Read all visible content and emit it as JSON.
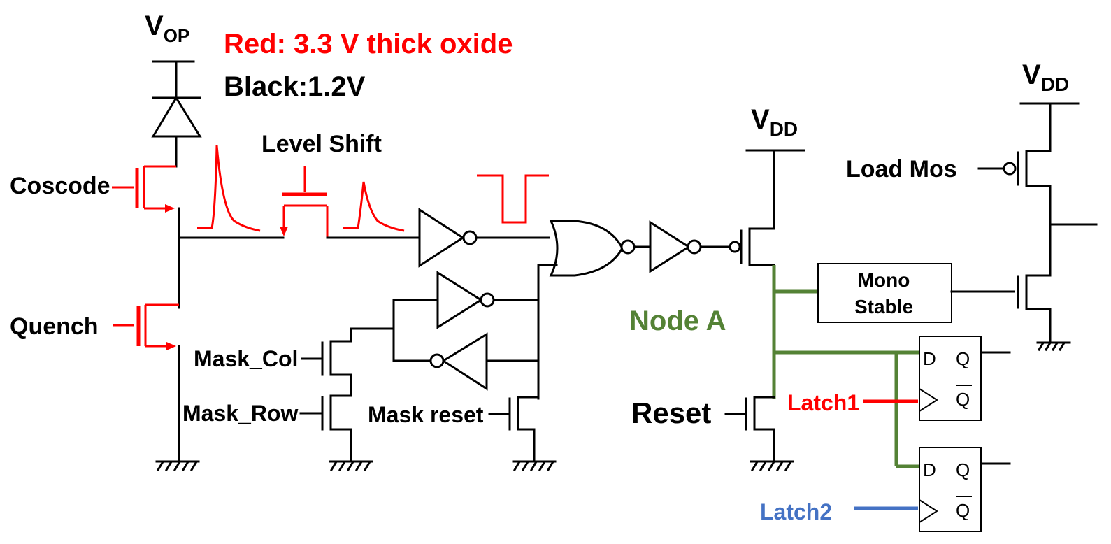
{
  "title": {
    "legend_red": "Red: 3.3 V thick oxide",
    "legend_black": "Black:1.2V"
  },
  "supplies": {
    "vop_main": "V",
    "vop_sub": "OP",
    "vdd_main": "V",
    "vdd_sub": "DD"
  },
  "labels": {
    "coscode": "Coscode",
    "quench": "Quench",
    "level_shift": "Level Shift",
    "mask_col": "Mask_Col",
    "mask_row": "Mask_Row",
    "mask_reset": "Mask reset",
    "node_a": "Node A",
    "reset": "Reset",
    "load_mos": "Load Mos",
    "mono_line1": "Mono",
    "mono_line2": "Stable",
    "latch1": "Latch1",
    "latch2": "Latch2",
    "ff_d": "D",
    "ff_q": "Q",
    "ff_qbar": "Q"
  },
  "colors": {
    "thick_oxide": "#ff0000",
    "node_a": "#548235",
    "latch2": "#4472c4",
    "core": "#000000"
  }
}
